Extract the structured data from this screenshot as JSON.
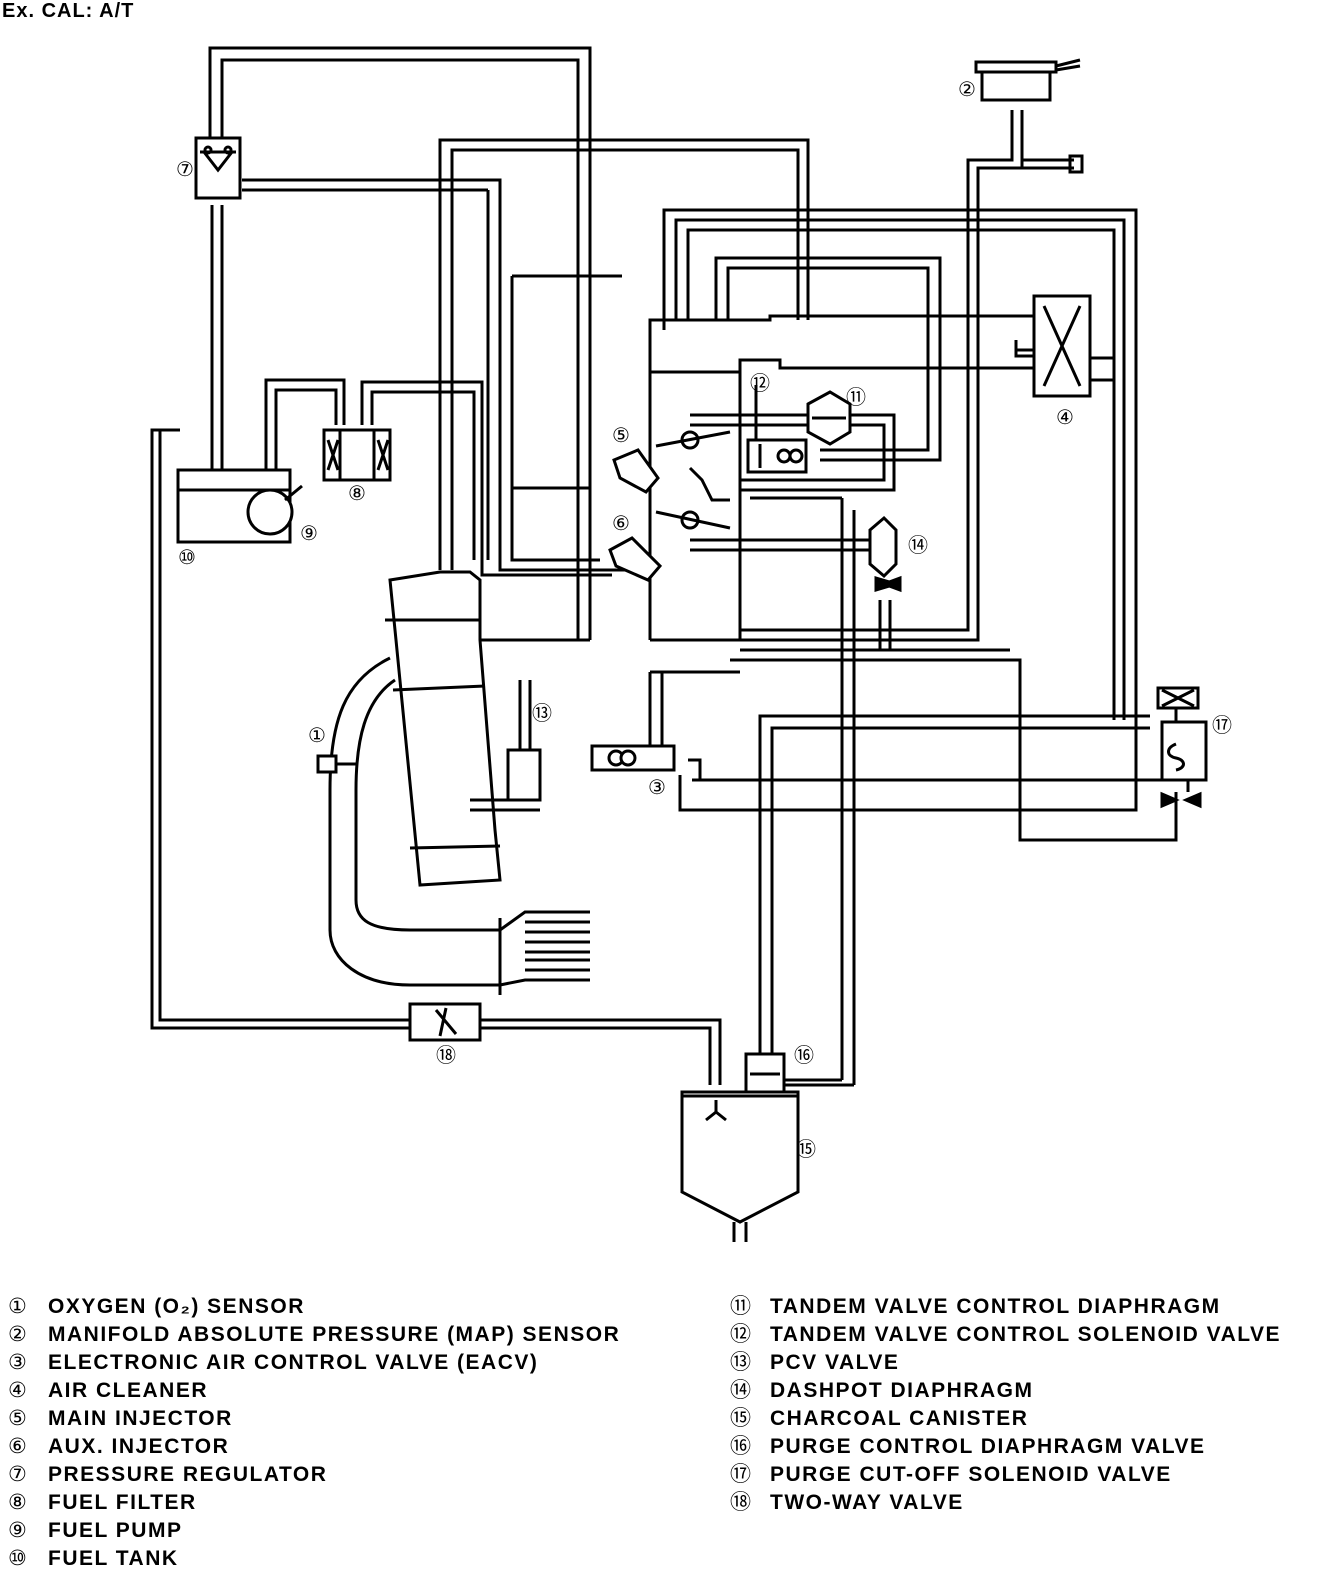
{
  "title": "Ex. CAL: A/T",
  "callouts": {
    "n1": "①",
    "n2": "②",
    "n3": "③",
    "n4": "④",
    "n5": "⑤",
    "n6": "⑥",
    "n7": "⑦",
    "n8": "⑧",
    "n9": "⑨",
    "n10": "⑩",
    "n11": "⑪",
    "n12": "⑫",
    "n13": "⑬",
    "n14": "⑭",
    "n15": "⑮",
    "n16": "⑯",
    "n17": "⑰",
    "n18": "⑱"
  },
  "legend": {
    "left": [
      {
        "num": "①",
        "label": "OXYGEN (O₂) SENSOR"
      },
      {
        "num": "②",
        "label": "MANIFOLD ABSOLUTE PRESSURE (MAP) SENSOR"
      },
      {
        "num": "③",
        "label": "ELECTRONIC AIR CONTROL VALVE (EACV)"
      },
      {
        "num": "④",
        "label": "AIR CLEANER"
      },
      {
        "num": "⑤",
        "label": "MAIN INJECTOR"
      },
      {
        "num": "⑥",
        "label": "AUX. INJECTOR"
      },
      {
        "num": "⑦",
        "label": "PRESSURE REGULATOR"
      },
      {
        "num": "⑧",
        "label": "FUEL FILTER"
      },
      {
        "num": "⑨",
        "label": "FUEL PUMP"
      },
      {
        "num": "⑩",
        "label": "FUEL TANK"
      }
    ],
    "right": [
      {
        "num": "⑪",
        "label": "TANDEM VALVE CONTROL DIAPHRAGM"
      },
      {
        "num": "⑫",
        "label": "TANDEM VALVE CONTROL SOLENOID VALVE"
      },
      {
        "num": "⑬",
        "label": "PCV VALVE"
      },
      {
        "num": "⑭",
        "label": "DASHPOT DIAPHRAGM"
      },
      {
        "num": "⑮",
        "label": "CHARCOAL CANISTER"
      },
      {
        "num": "⑯",
        "label": "PURGE CONTROL DIAPHRAGM VALVE"
      },
      {
        "num": "⑰",
        "label": "PURGE CUT-OFF SOLENOID VALVE"
      },
      {
        "num": "⑱",
        "label": "TWO-WAY VALVE"
      }
    ]
  }
}
